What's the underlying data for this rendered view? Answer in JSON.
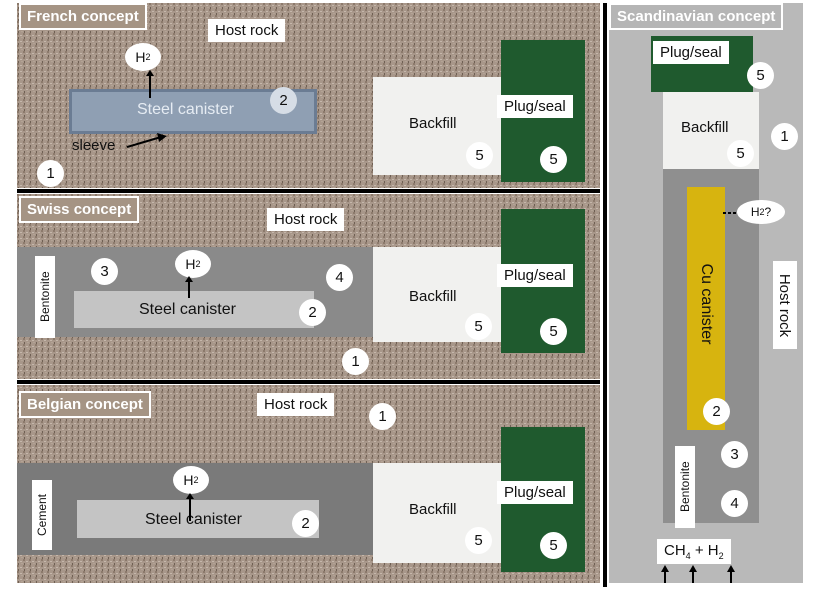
{
  "french": {
    "title": "French concept",
    "host_rock": "Host rock",
    "canister": "Steel canister",
    "sleeve": "sleeve",
    "h2": "H",
    "h2_sub": "2",
    "backfill": "Backfill",
    "plug": "Plug/seal",
    "numbers": {
      "rock": "1",
      "canister": "2",
      "backfill": "5",
      "plug": "5"
    }
  },
  "swiss": {
    "title": "Swiss concept",
    "host_rock": "Host rock",
    "canister": "Steel canister",
    "bentonite": "Bentonite",
    "h2": "H",
    "h2_sub": "2",
    "backfill": "Backfill",
    "plug": "Plug/seal",
    "numbers": {
      "rock": "1",
      "canister": "2",
      "bentonite": "3",
      "gap": "4",
      "backfill": "5",
      "plug": "5"
    }
  },
  "belgian": {
    "title": "Belgian concept",
    "host_rock": "Host rock",
    "canister": "Steel canister",
    "cement": "Cement",
    "h2": "H",
    "h2_sub": "2",
    "backfill": "Backfill",
    "plug": "Plug/seal",
    "numbers": {
      "rock": "1",
      "canister": "2",
      "backfill": "5",
      "plug": "5"
    }
  },
  "scandinavian": {
    "title": "Scandinavian concept",
    "plug": "Plug/seal",
    "backfill": "Backfill",
    "canister": "Cu canister",
    "host_rock": "Host rock",
    "bentonite": "Bentonite",
    "h2q": "H",
    "h2q_sub": "2",
    "h2q_suffix": "?",
    "ch4": "CH",
    "ch4_sub": "4",
    "ch4_join": " + H",
    "ch4_h2_sub": "2",
    "numbers": {
      "plug": "5",
      "rock": "1",
      "backfill": "5",
      "canister": "2",
      "bentonite": "3",
      "gap": "4"
    }
  }
}
